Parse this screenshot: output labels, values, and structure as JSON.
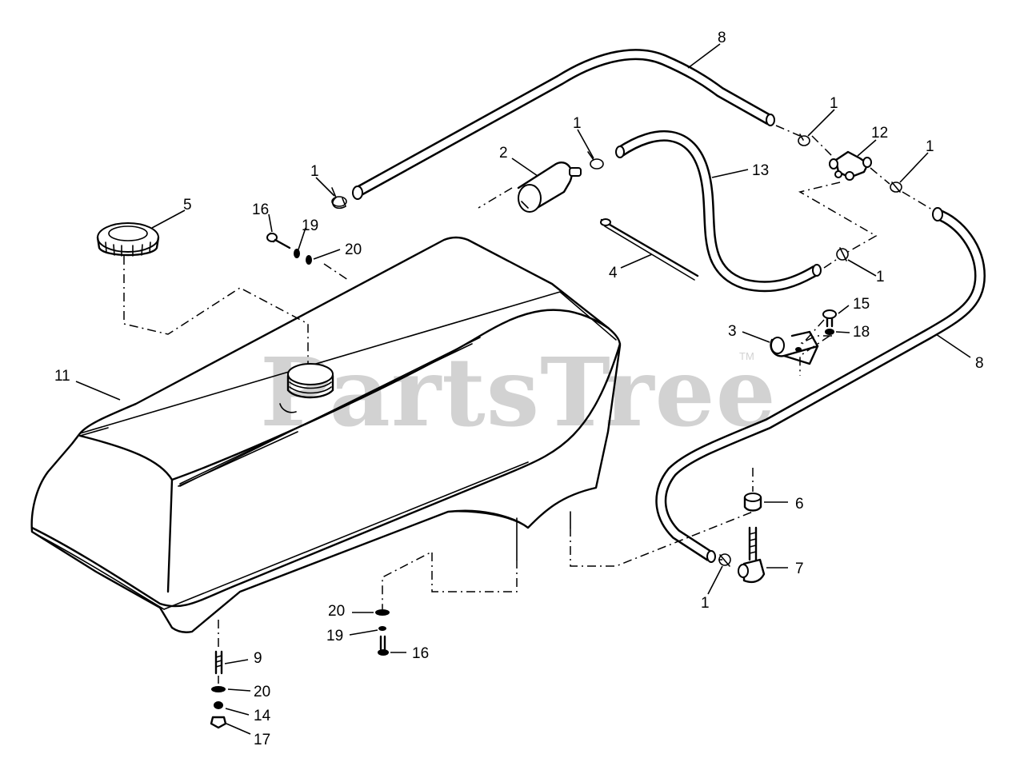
{
  "diagram": {
    "watermark": "PartsTree",
    "trademark": "TM",
    "part_labels": {
      "clamp_top_left": "1",
      "clamp_filter": "1",
      "clamp_tee_top": "1",
      "clamp_tee_right": "1",
      "clamp_tee_bottom": "1",
      "clamp_valve": "1",
      "fuel_filter": "2",
      "clip": "3",
      "tie_strap": "4",
      "fuel_cap": "5",
      "bushing": "6",
      "shutoff_valve": "7",
      "fuel_line_top": "8",
      "fuel_line_right": "8",
      "stud": "9",
      "fuel_tank": "11",
      "tee_fitting": "12",
      "hose": "13",
      "nut_14": "14",
      "screw_15": "15",
      "screw_16_top": "16",
      "screw_16_bottom": "16",
      "nut_17": "17",
      "washer_18": "18",
      "washer_19_top": "19",
      "washer_19_bottom": "19",
      "washer_20_top": "20",
      "washer_20_bottom": "20",
      "washer_20_stud": "20"
    }
  }
}
